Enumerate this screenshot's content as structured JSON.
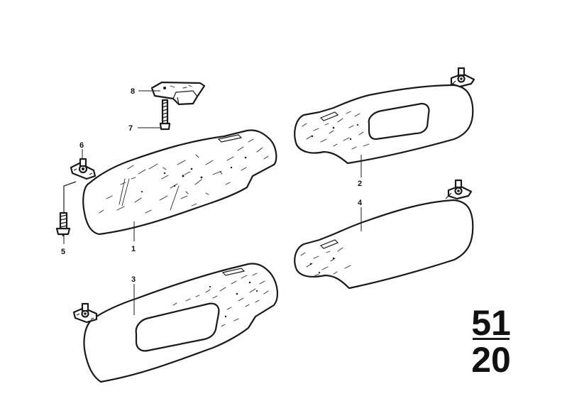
{
  "callouts": {
    "c1": "1",
    "c2": "2",
    "c3": "3",
    "c4": "4",
    "c5": "5",
    "c6": "6",
    "c7": "7",
    "c8": "8"
  },
  "group": {
    "main": "51",
    "sub": "20"
  },
  "colors": {
    "ink": "#1a1a1a",
    "paper": "#ffffff"
  }
}
